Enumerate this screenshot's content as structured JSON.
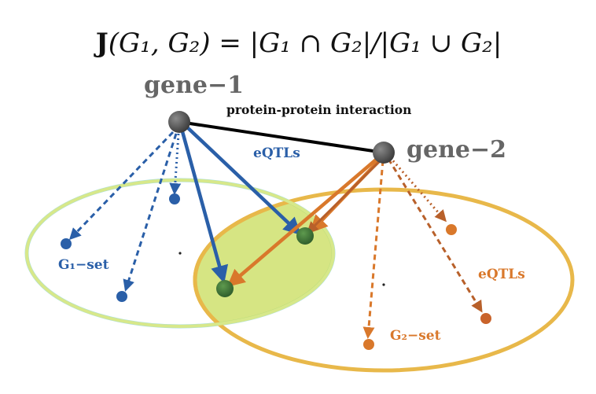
{
  "formula": {
    "bold_j": "J",
    "args": "(G₁, G₂) = |G₁ ∩ G₂|/|G₁ ∪ G₂|"
  },
  "gene1": {
    "label": "gene−1"
  },
  "gene2": {
    "label": "gene−2"
  },
  "ppi_label": "protein-protein interaction",
  "eqtls_blue_label": "eQTLs",
  "eqtls_orange_label": "eQTLs",
  "g1_set_label": "G₁−set",
  "g2_set_label": "G₂−set",
  "colors": {
    "blue": "#2a5fa8",
    "orange": "#d9782b",
    "gene": "#555555",
    "cyan_ellipse": "#a8dde0",
    "yellow_ellipse": "#e8b84a",
    "overlap_fill": "#c8dc5a",
    "snp_green": "#3f7a3a"
  }
}
